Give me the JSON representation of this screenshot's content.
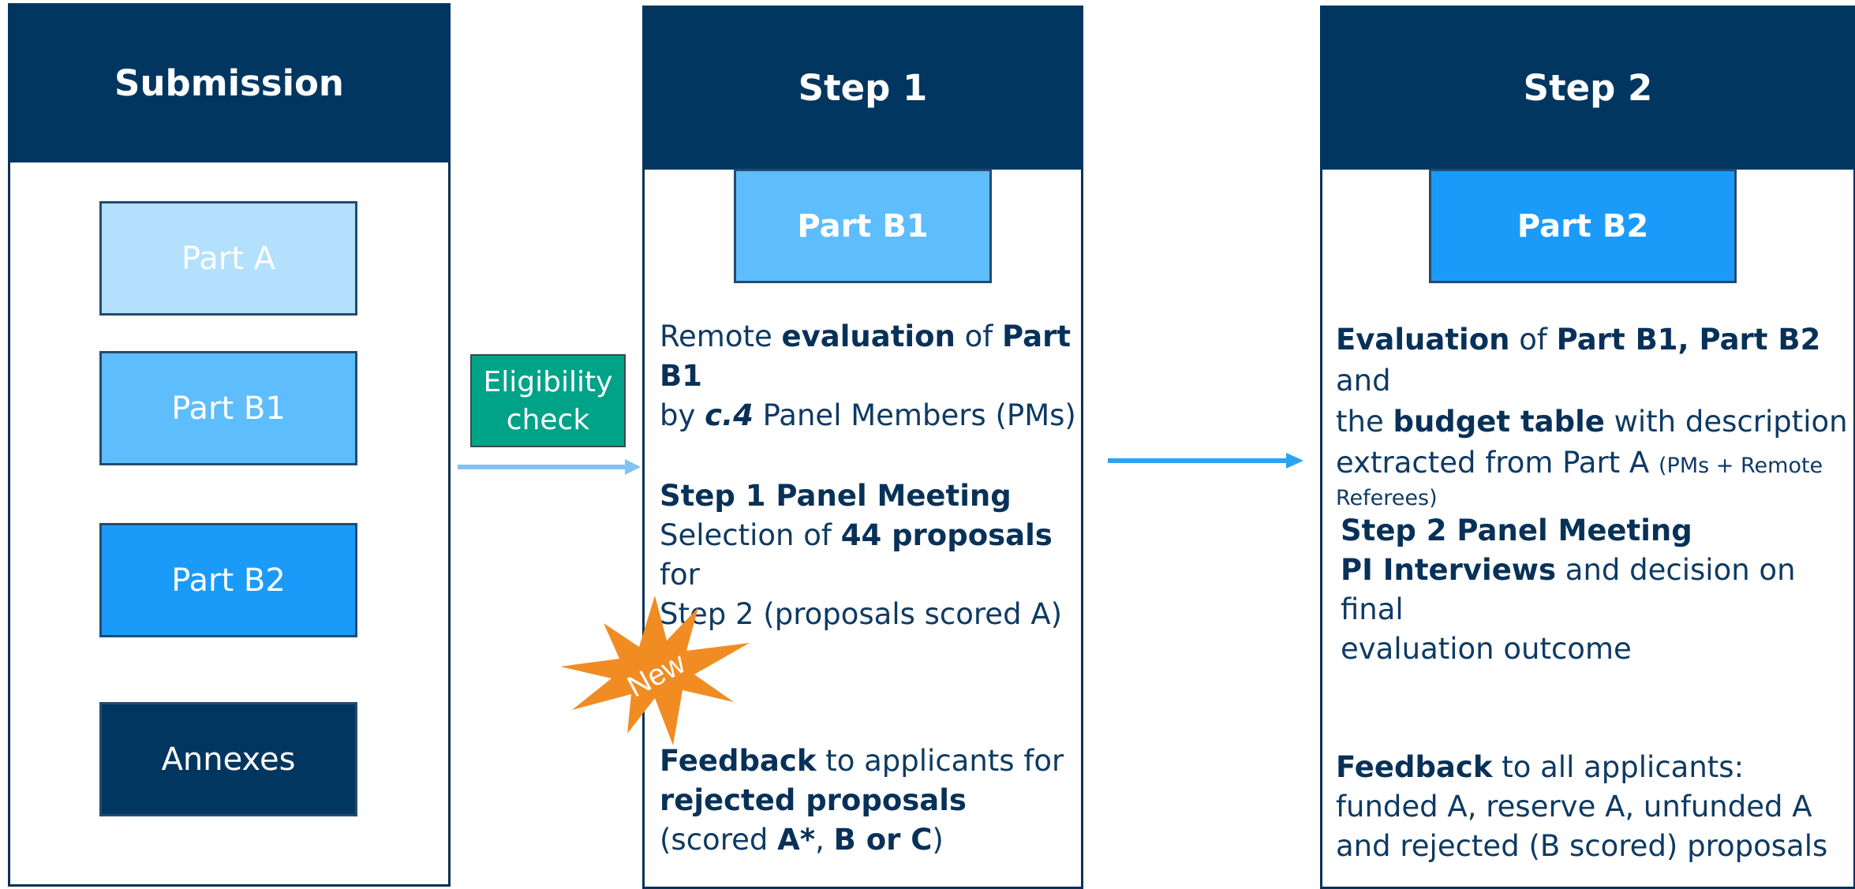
{
  "submission": {
    "title": "Submission",
    "parts": [
      "Part A",
      "Part B1",
      "Part B2",
      "Annexes"
    ]
  },
  "eligibility": {
    "line1": "Eligibility",
    "line2": "check"
  },
  "step1": {
    "title": "Step 1",
    "part": "Part B1",
    "eval": {
      "t1": "Remote ",
      "b1": "evaluation",
      "t2": " of ",
      "b2": "Part B1",
      "t3": "by ",
      "b3": "c.4",
      "t4": " Panel Members (PMs)"
    },
    "meeting": {
      "b1": "Step 1 Panel Meeting",
      "t1": "Selection of ",
      "b2": "44 proposals",
      "t2": " for",
      "t3": "Step 2 (proposals scored A)"
    },
    "feedback": {
      "b1": "Feedback",
      "t1": " to applicants for",
      "b2": "rejected proposals",
      "t2": "(scored ",
      "b3": "A*",
      "t3": ", ",
      "b4": "B or C",
      "t4": ")"
    },
    "badge": "New"
  },
  "step2": {
    "title": "Step 2",
    "part": "Part B2",
    "eval": {
      "b1": "Evaluation",
      "t1": " of ",
      "b2": "Part B1, Part B2",
      "t2": " and",
      "t3": "the ",
      "b3": "budget table",
      "t4": " with description",
      "t5": "extracted from Part A ",
      "s1": "(PMs + Remote",
      "s2": "Referees)"
    },
    "meeting": {
      "b1": "Step 2 Panel Meeting",
      "b2": "PI Interviews",
      "t1": " and decision on final",
      "t2": "evaluation outcome"
    },
    "feedback": {
      "b1": "Feedback",
      "t1": " to all applicants:",
      "t2": "funded A, reserve A, unfunded A",
      "t3": "and rejected (B scored) proposals"
    }
  },
  "colors": {
    "dark": "#003660",
    "partA": "#b3e0fd",
    "partB1": "#5ebdfc",
    "partB2": "#1a9bfa",
    "green": "#00a388",
    "arrow": "#2ba3f4",
    "badge": "#f18c23"
  }
}
